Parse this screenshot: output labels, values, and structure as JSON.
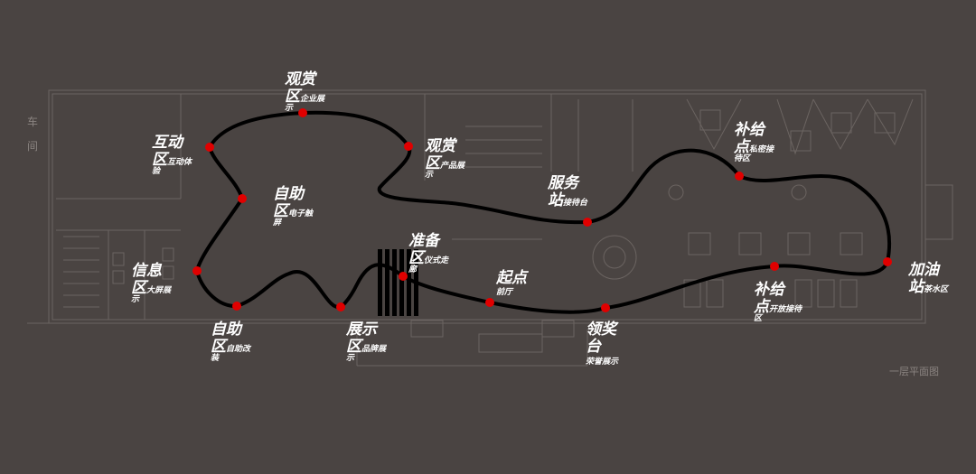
{
  "plan": {
    "left_label_chars": [
      "车",
      "间"
    ],
    "caption": "一层平面图"
  },
  "stations": [
    {
      "id": "guanshang-1",
      "big1": "观赏",
      "big2": "区",
      "sub1": "企业展",
      "sub2": "示"
    },
    {
      "id": "hudong",
      "big1": "互动",
      "big2": "区",
      "sub1": "互动体",
      "sub2": "验"
    },
    {
      "id": "guanshang-2",
      "big1": "观赏",
      "big2": "区",
      "sub1": "产品展",
      "sub2": "示"
    },
    {
      "id": "zizhu-1",
      "big1": "自助",
      "big2": "区",
      "sub1": "电子触",
      "sub2": "屏"
    },
    {
      "id": "buji-1",
      "big1": "补给",
      "big2": "点",
      "sub1": "私密接",
      "sub2": "待区"
    },
    {
      "id": "fuwu",
      "big1": "服务",
      "big2": "站",
      "sub1": "接待台",
      "sub2": ""
    },
    {
      "id": "zhunbei",
      "big1": "准备",
      "big2": "区",
      "sub1": "仪式走",
      "sub2": "廊"
    },
    {
      "id": "xinxi",
      "big1": "信息",
      "big2": "区",
      "sub1": "大屏展",
      "sub2": "示"
    },
    {
      "id": "qidian",
      "big1": "起点",
      "big2": "",
      "sub1": "前厅",
      "sub2": ""
    },
    {
      "id": "jiayou",
      "big1": "加油",
      "big2": "站",
      "sub1": "茶水区",
      "sub2": ""
    },
    {
      "id": "buji-2",
      "big1": "补给",
      "big2": "点",
      "sub1": "开放接待",
      "sub2": "区"
    },
    {
      "id": "zizhu-2",
      "big1": "自助",
      "big2": "区",
      "sub1": "自助改",
      "sub2": "装"
    },
    {
      "id": "zhanshi",
      "big1": "展示",
      "big2": "区",
      "sub1": "品牌展",
      "sub2": "示"
    },
    {
      "id": "lingjiang",
      "big1": "领奖",
      "big2": "台",
      "sub1": "荣誉展示",
      "sub2": ""
    }
  ],
  "colors": {
    "background": "#4a4442",
    "plan_lines": "#6b6461",
    "route": "#000000",
    "dot": "#e00000",
    "text": "#ffffff"
  }
}
